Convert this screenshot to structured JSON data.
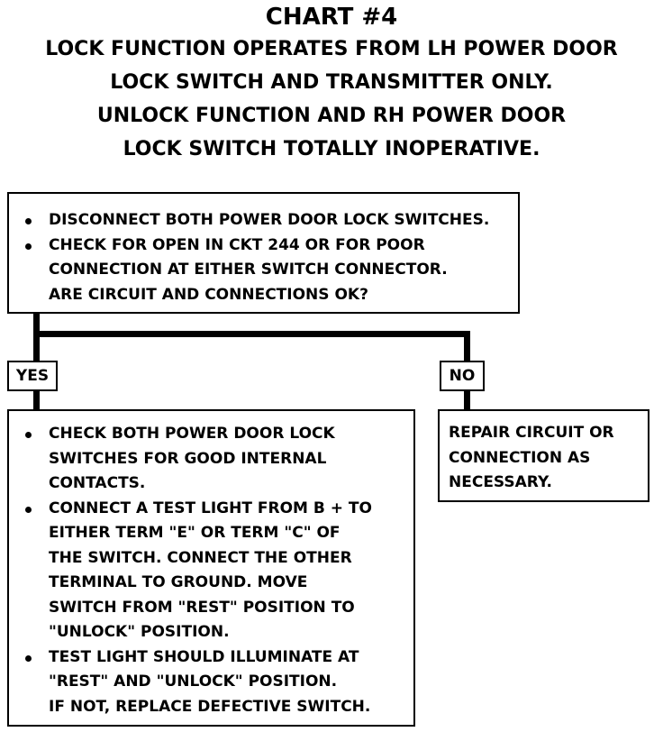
{
  "title": "CHART #4",
  "subtitle_lines": [
    "LOCK FUNCTION OPERATES FROM LH POWER DOOR",
    "LOCK SWITCH AND TRANSMITTER ONLY.",
    "UNLOCK FUNCTION AND RH POWER DOOR",
    "LOCK SWITCH TOTALLY INOPERATIVE."
  ],
  "question_box": {
    "items": [
      [
        "DISCONNECT BOTH POWER DOOR LOCK SWITCHES."
      ],
      [
        "CHECK FOR OPEN IN CKT 244 OR FOR POOR",
        "CONNECTION AT EITHER SWITCH CONNECTOR.",
        "ARE CIRCUIT AND CONNECTIONS OK?"
      ]
    ]
  },
  "yes_label": "YES",
  "no_label": "NO",
  "yes_box": {
    "items": [
      [
        "CHECK BOTH POWER DOOR LOCK",
        "SWITCHES FOR GOOD INTERNAL",
        "CONTACTS."
      ],
      [
        "CONNECT A TEST LIGHT FROM B +  TO",
        "EITHER TERM \"E\" OR TERM \"C\" OF",
        "THE SWITCH.  CONNECT THE OTHER",
        "TERMINAL TO GROUND.  MOVE",
        "SWITCH FROM \"REST\" POSITION TO",
        "\"UNLOCK\" POSITION."
      ],
      [
        "TEST LIGHT SHOULD ILLUMINATE AT",
        "\"REST\" AND \"UNLOCK\" POSITION.",
        "IF NOT, REPLACE DEFECTIVE SWITCH."
      ]
    ]
  },
  "no_box": {
    "lines": [
      "REPAIR CIRCUIT OR",
      "CONNECTION AS",
      "NECESSARY."
    ]
  }
}
